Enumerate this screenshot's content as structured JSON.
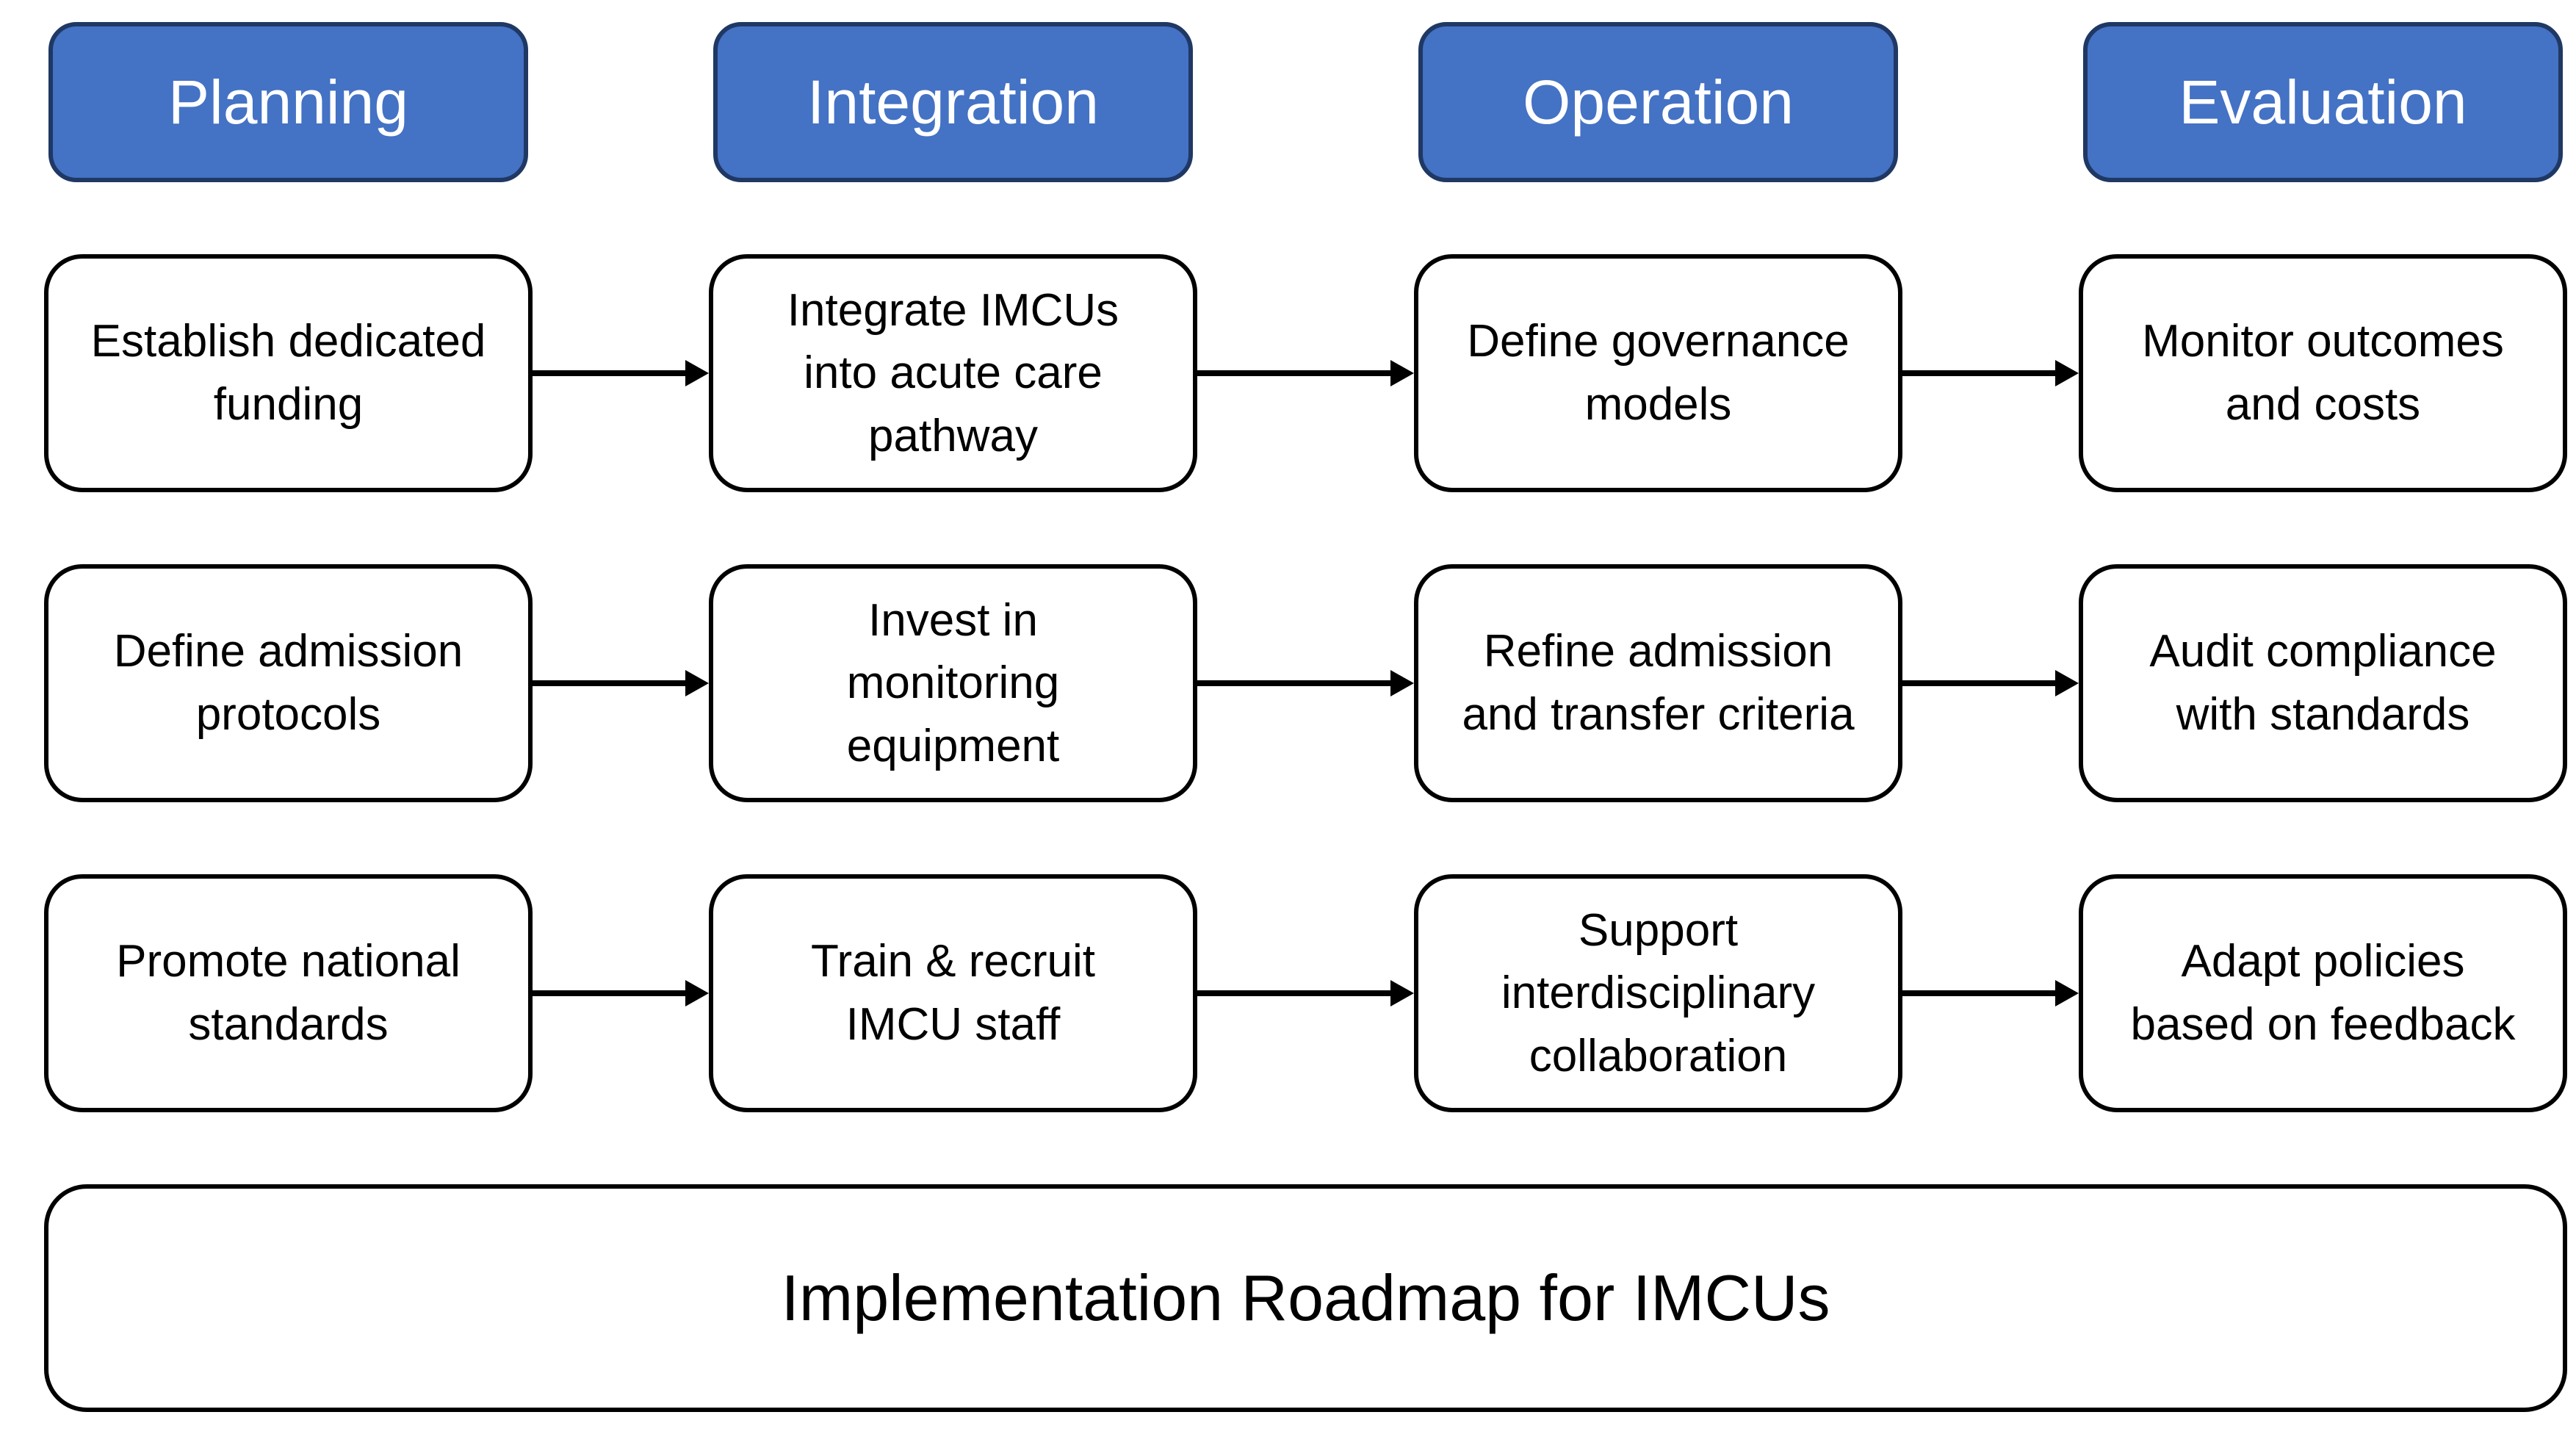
{
  "diagram": {
    "title": "Implementation Roadmap for IMCUs",
    "colors": {
      "header_fill": "#4472C4",
      "header_border": "#1F3864",
      "header_text": "#FFFFFF",
      "box_fill": "#FFFFFF",
      "box_border": "#000000",
      "box_text": "#000000",
      "arrow": "#000000",
      "background": "#FFFFFF"
    },
    "columns": [
      {
        "header": "Planning",
        "steps": [
          "Establish dedicated\nfunding",
          "Define admission\nprotocols",
          "Promote national\nstandards"
        ]
      },
      {
        "header": "Integration",
        "steps": [
          "Integrate IMCUs\ninto acute care\npathway",
          "Invest in\nmonitoring\nequipment",
          "Train & recruit\nIMCU staff"
        ]
      },
      {
        "header": "Operation",
        "steps": [
          "Define governance\nmodels",
          "Refine admission\nand transfer criteria",
          "Support\ninterdisciplinary\ncollaboration"
        ]
      },
      {
        "header": "Evaluation",
        "steps": [
          "Monitor outcomes\nand costs",
          "Audit compliance\nwith standards",
          "Adapt policies\nbased on feedback"
        ]
      }
    ]
  }
}
